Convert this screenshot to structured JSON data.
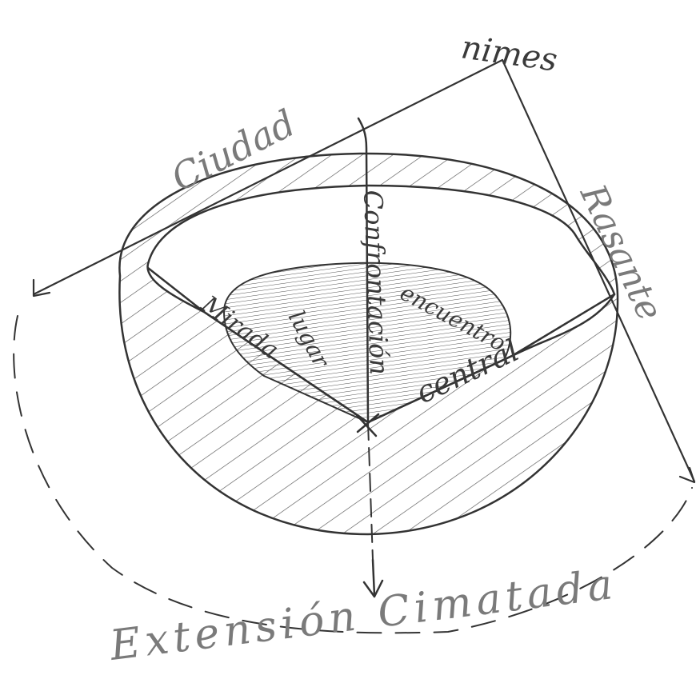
{
  "labels": {
    "top": "nimes",
    "left_upper": "Ciudad",
    "right_upper": "Rasante",
    "vertical": "Confrontación",
    "left_inner": "Mirada",
    "center": "lugar",
    "right_inner_top": "encuentro",
    "right_inner_bottom": "central",
    "bottom": "Extensión Cimatada"
  },
  "colors": {
    "ink": "#333333",
    "light_ink": "#7a7a7a",
    "hatch": "#555555",
    "paper": "#ffffff"
  }
}
